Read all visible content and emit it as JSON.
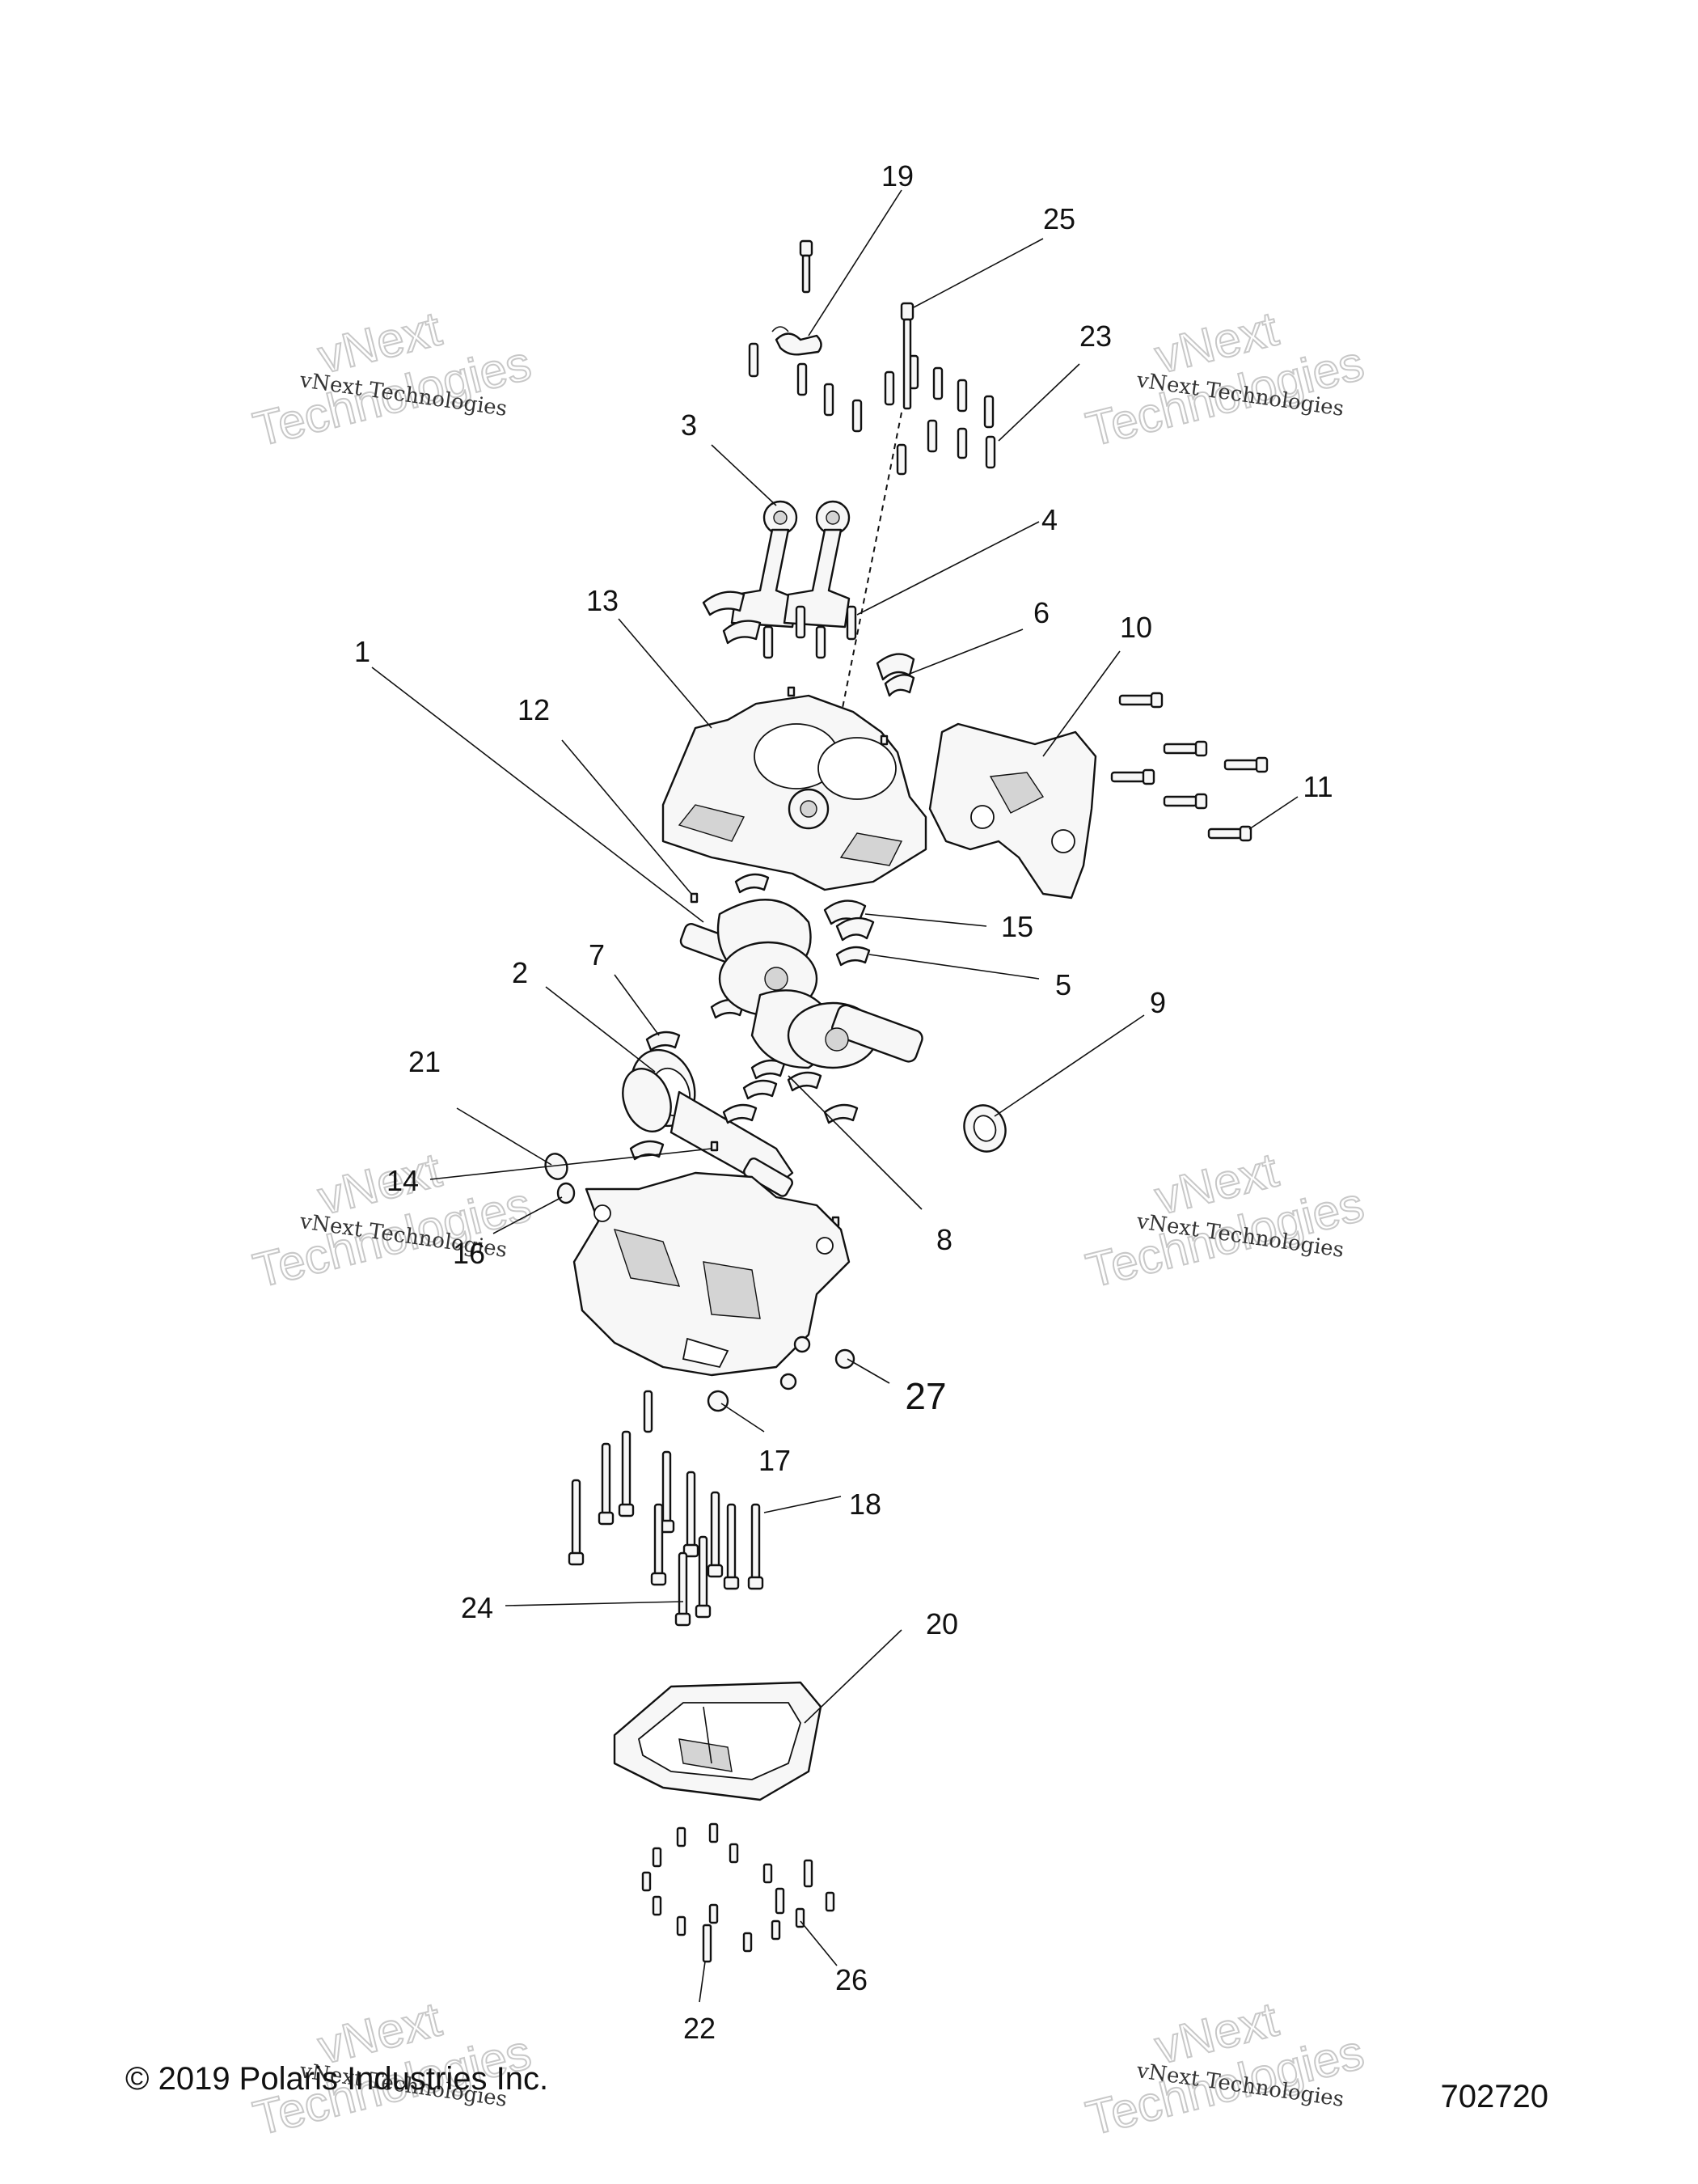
{
  "callouts": {
    "c1": "1",
    "c2": "2",
    "c3": "3",
    "c4": "4",
    "c5": "5",
    "c6": "6",
    "c7": "7",
    "c8": "8",
    "c9": "9",
    "c10": "10",
    "c11": "11",
    "c12": "12",
    "c13": "13",
    "c14": "14",
    "c15": "15",
    "c16": "16",
    "c17": "17",
    "c18": "18",
    "c19": "19",
    "c20": "20",
    "c21": "21",
    "c22": "22",
    "c23": "23",
    "c24": "24",
    "c25": "25",
    "c26": "26",
    "c27": "27"
  },
  "watermark": {
    "line1": "vNext Technologies",
    "brand_top": "vNext",
    "brand_bottom": "Technologies"
  },
  "footer": {
    "copyright": "© 2019 Polaris Industries Inc.",
    "diagram_number": "702720"
  }
}
